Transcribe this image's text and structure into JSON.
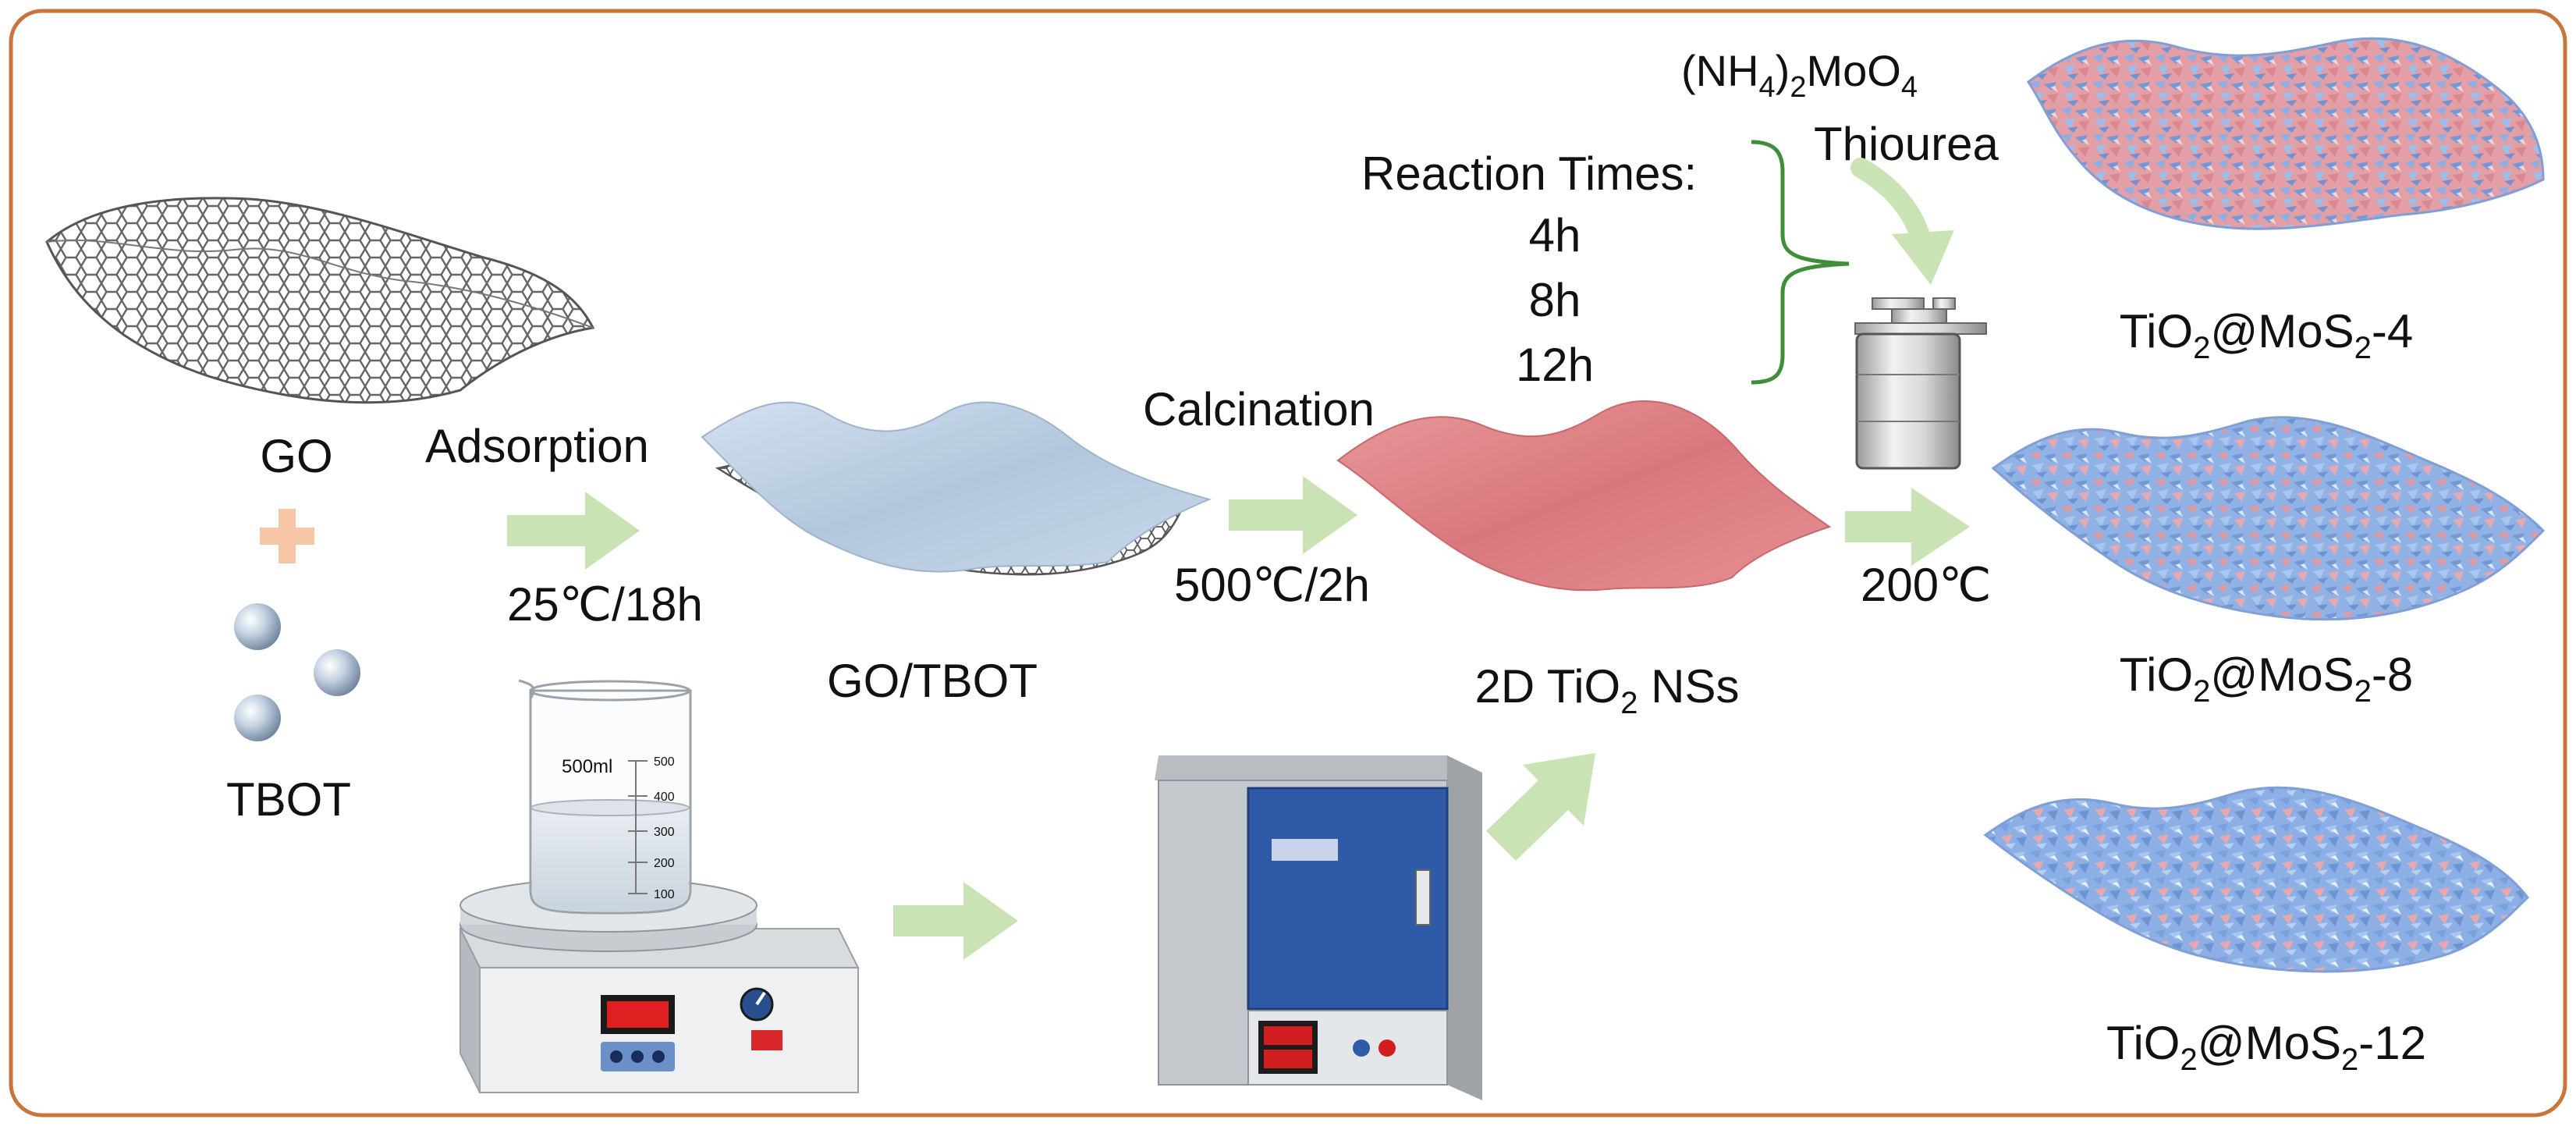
{
  "labels": {
    "go": "GO",
    "tbot": "TBOT",
    "adsorption": "Adsorption",
    "adsorption_cond": "25℃/18h",
    "go_tbot": "GO/TBOT",
    "calcination": "Calcination",
    "calcination_cond": "500℃/2h",
    "tio2_prefix": "2D TiO",
    "tio2_sub": "2",
    "tio2_suffix": " NSs",
    "reaction_times": "Reaction Times:",
    "time_4": "4h",
    "time_8": "8h",
    "time_12": "12h",
    "ammonium_open": "(NH",
    "ammonium_sub1": "4",
    "ammonium_mid": ")",
    "ammonium_sub2": "2",
    "ammonium_tail": "MoO",
    "ammonium_sub3": "4",
    "thiourea": "Thiourea",
    "hydro_temp": "200℃"
  },
  "products": [
    {
      "pre": "TiO",
      "s1": "2",
      "mid": "@MoS",
      "s2": "2",
      "post": "-4"
    },
    {
      "pre": "TiO",
      "s1": "2",
      "mid": "@MoS",
      "s2": "2",
      "post": "-8"
    },
    {
      "pre": "TiO",
      "s1": "2",
      "mid": "@MoS",
      "s2": "2",
      "post": "-12"
    }
  ],
  "beaker": {
    "volume": "500ml",
    "ticks": [
      "500",
      "400",
      "300",
      "200",
      "100"
    ]
  },
  "colors": {
    "border": "#c8743a",
    "arrow": "#c9e3b4",
    "plus": "#f7c6a6",
    "go_sheet": "#b9cde0",
    "tio2_sheet": "#e0888a",
    "mos2_blue": "#8fb2e3",
    "mos2_pink": "#e7a3aa",
    "brace": "#3f8f3a",
    "oven_door": "#2f5aa8"
  }
}
